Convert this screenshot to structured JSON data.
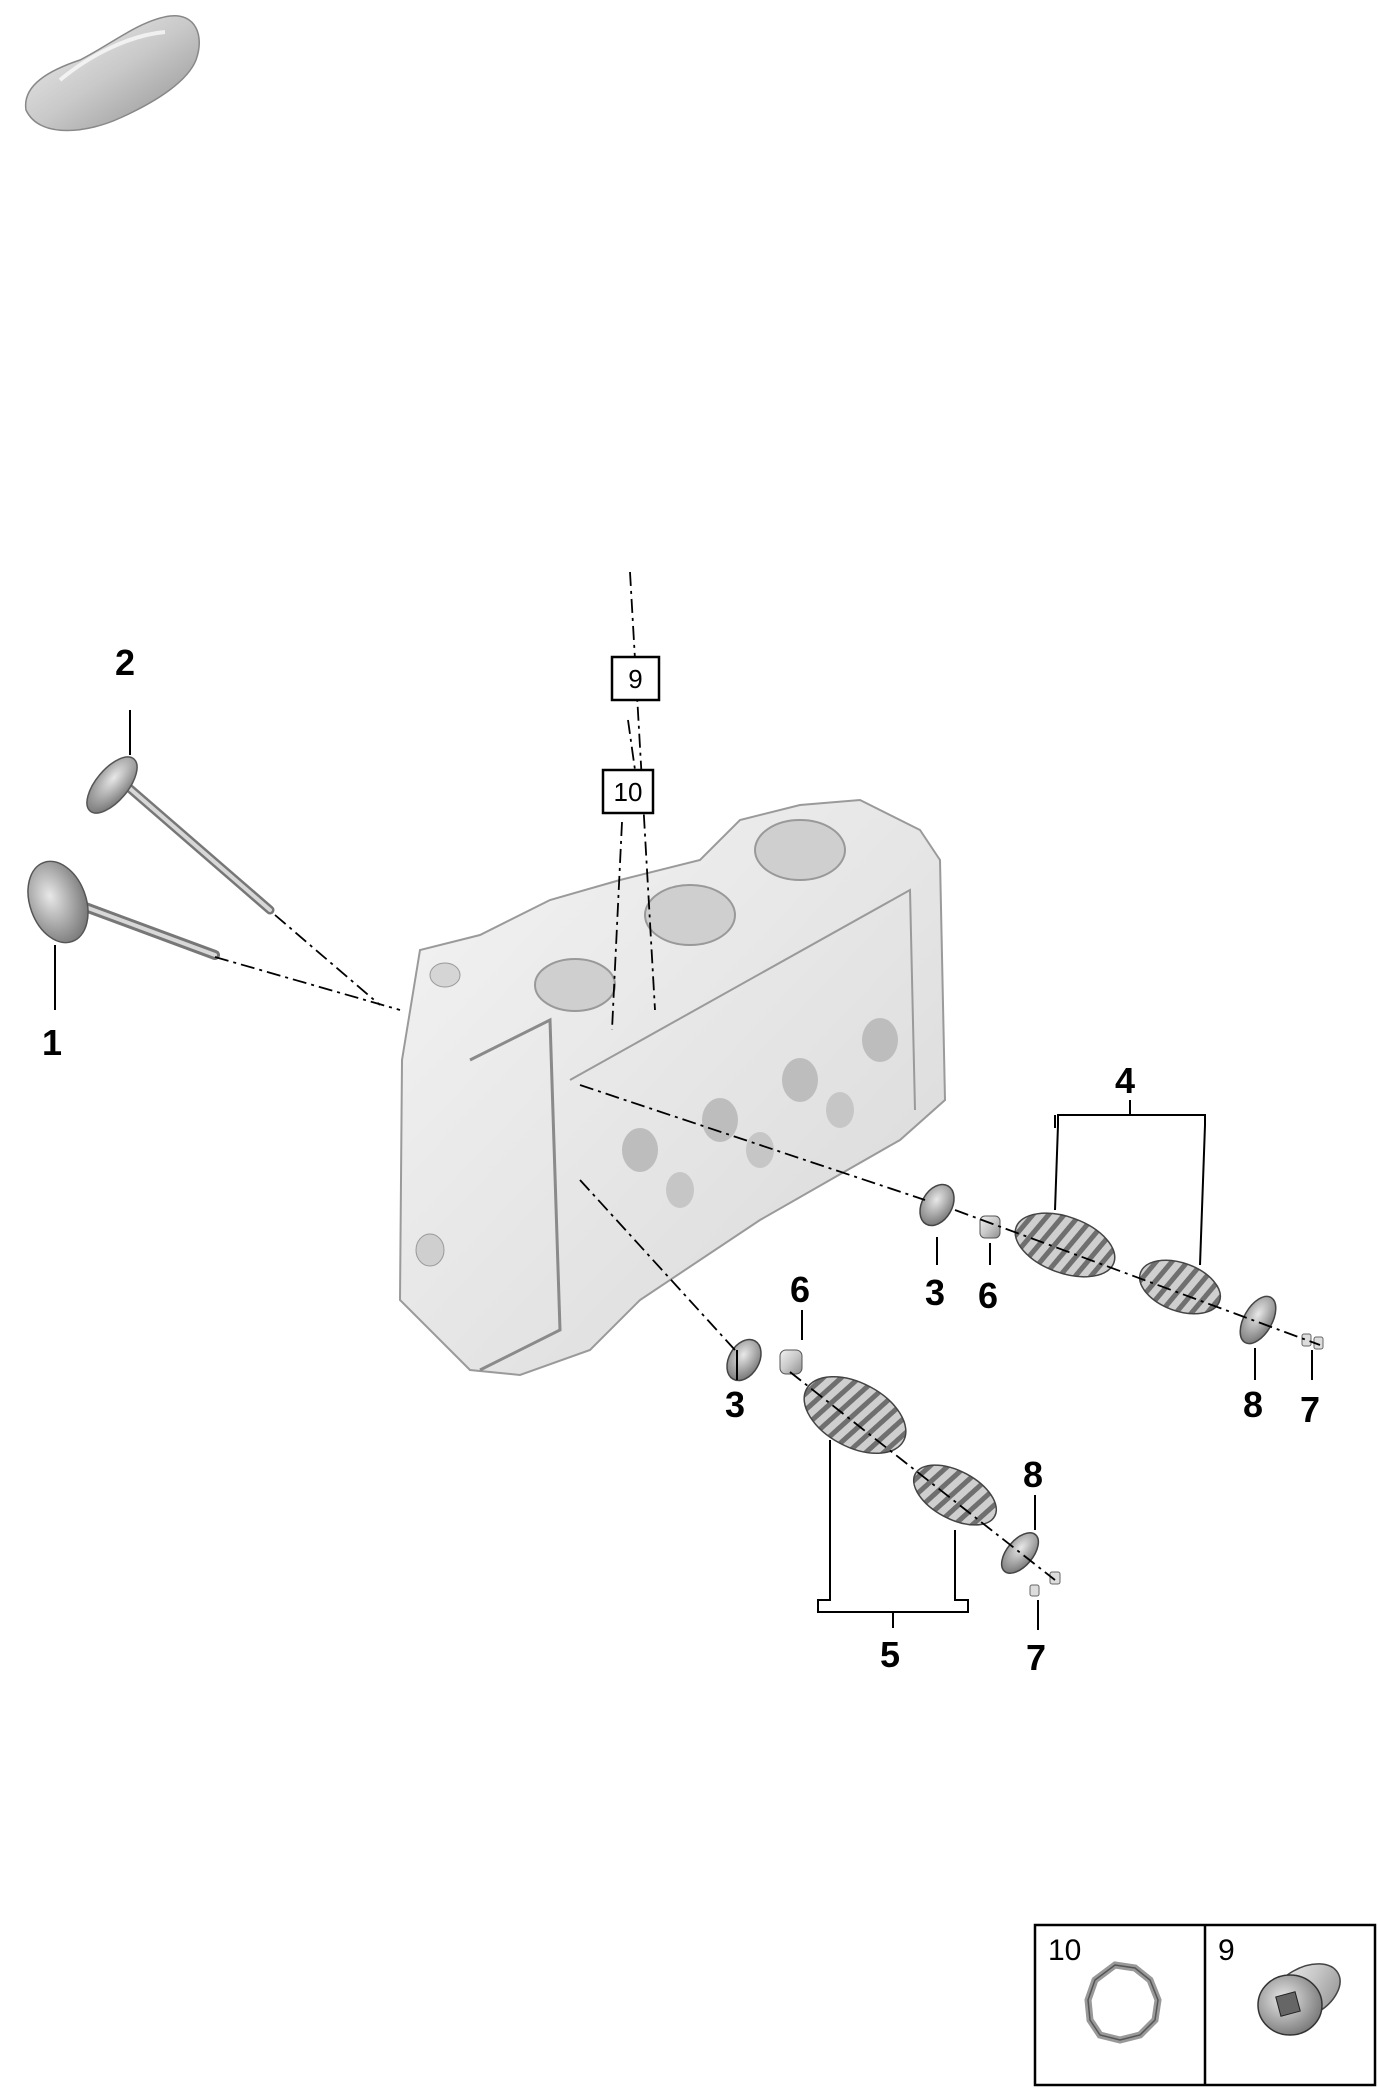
{
  "diagram": {
    "callouts": {
      "c1": "1",
      "c2": "2",
      "c3a": "3",
      "c3b": "3",
      "c4": "4",
      "c5": "5",
      "c6a": "6",
      "c6b": "6",
      "c7a": "7",
      "c7b": "7",
      "c8a": "8",
      "c8b": "8"
    },
    "boxed_refs": {
      "b9": "9",
      "b10": "10"
    },
    "legend": {
      "left_number": "10",
      "right_number": "9"
    }
  },
  "colors": {
    "part_fill": "#e6e6e6",
    "part_shade": "#bdbdbd",
    "part_dark": "#7a7a7a",
    "line": "#000000"
  }
}
